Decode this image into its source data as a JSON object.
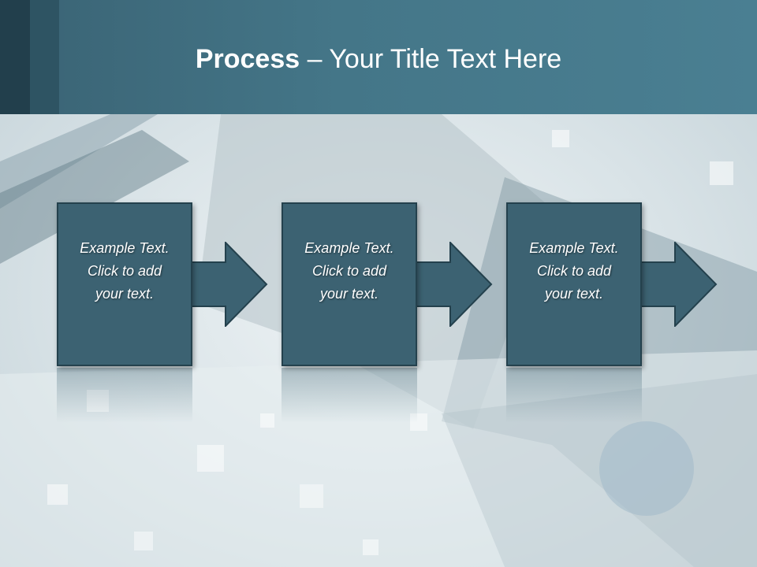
{
  "header": {
    "title_bold": "Process",
    "title_rest": " – Your Title Text Here"
  },
  "process": {
    "steps": [
      {
        "line1": "Example Text.",
        "line2": "Click  to add",
        "line3": "your text."
      },
      {
        "line1": "Example Text.",
        "line2": "Click  to add",
        "line3": "your text."
      },
      {
        "line1": "Example Text.",
        "line2": "Click  to add",
        "line3": "your text."
      }
    ]
  },
  "colors": {
    "header": "#447688",
    "box_fill": "#3c6272",
    "box_border": "#24414d",
    "text": "#ffffff"
  }
}
